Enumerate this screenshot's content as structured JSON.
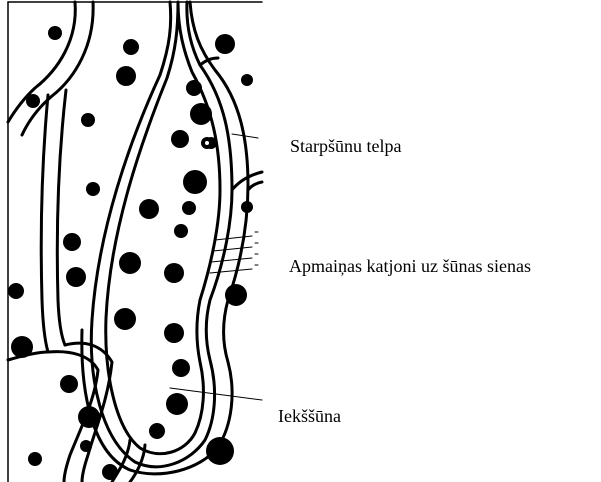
{
  "labels": {
    "intercellular_space": "Starpšūnu telpa",
    "cation_exchange": "Apmaiņas katjoni uz šūnas sienas",
    "cell_interior": "Iekššūna"
  },
  "colors": {
    "ink": "#000000",
    "paper": "#ffffff"
  }
}
